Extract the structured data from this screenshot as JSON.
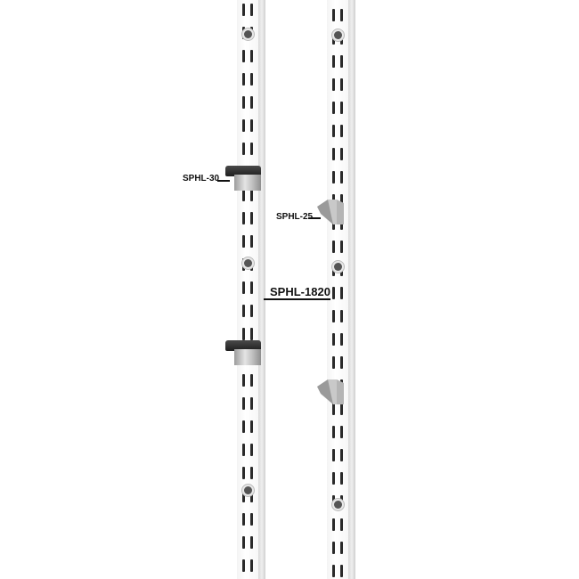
{
  "image": {
    "description": "Product photo of two white twin-slot shelving rails with shelf brackets and labeled part numbers",
    "background": "#ffffff"
  },
  "labels": {
    "bracket_black": "SPHL-30",
    "bracket_gray": "SPHL-25",
    "rail": "SPHL-1820"
  },
  "colors": {
    "rail_face": "#f5f5f5",
    "rail_side": "#d6d6d6",
    "slot": "#2a2a2a",
    "bracket_black_top": "#2b2b2b",
    "bracket_gray": "#a8a8a8",
    "label_text": "#111111"
  }
}
